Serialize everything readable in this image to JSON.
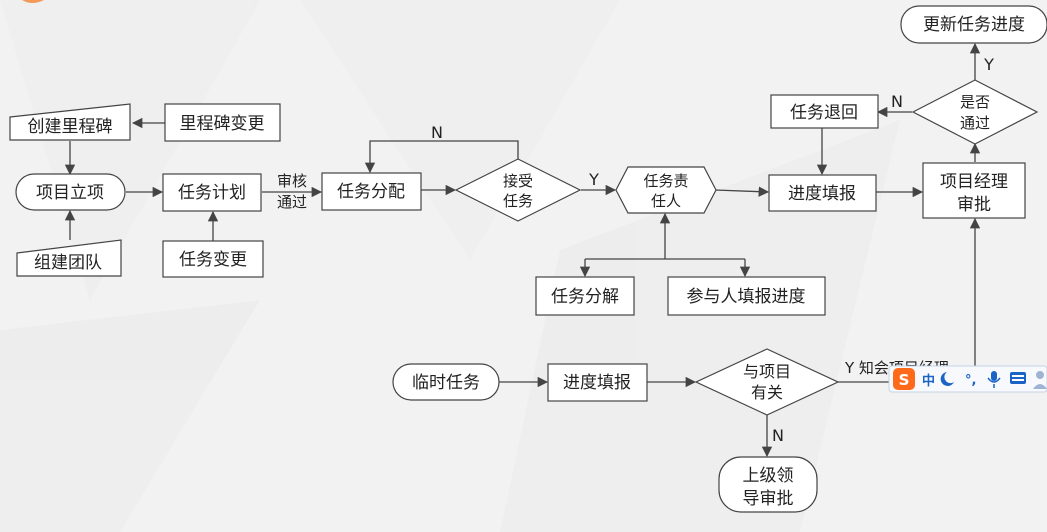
{
  "nodes": {
    "create_milestone": "创建里程碑",
    "milestone_change": "里程碑变更",
    "project_setup": "项目立项",
    "build_team": "组建团队",
    "task_plan": "任务计划",
    "task_change": "任务变更",
    "task_assign": "任务分配",
    "accept_task": [
      "接受",
      "任务"
    ],
    "task_owner": [
      "任务责",
      "任人"
    ],
    "task_decompose": "任务分解",
    "participant_report": "参与人填报进度",
    "progress_report": "进度填报",
    "task_return": "任务退回",
    "pm_approval": [
      "项目经理",
      "审批"
    ],
    "pass_decision": [
      "是否",
      "通过"
    ],
    "update_progress": "更新任务进度",
    "temp_task": "临时任务",
    "temp_progress_report": "进度填报",
    "related_to_project": [
      "与项目",
      "有关"
    ],
    "leader_approval": [
      "上级领",
      "导审批"
    ]
  },
  "edge_labels": {
    "review_pass": [
      "审核",
      "通过"
    ],
    "accept_no": "N",
    "accept_yes": "Y",
    "pass_no": "N",
    "pass_yes": "Y",
    "related_no": "N",
    "related_yes": "Y 知会项目经理"
  },
  "ime_toolbar": {
    "logo": "S",
    "mode": "中",
    "symbols": "°,"
  },
  "colors": {
    "background": "#f2f2f2",
    "node_fill": "#ffffff",
    "stroke": "#444444",
    "ime_logo": "#ff6a1a",
    "ime_accent": "#1a63c7"
  }
}
